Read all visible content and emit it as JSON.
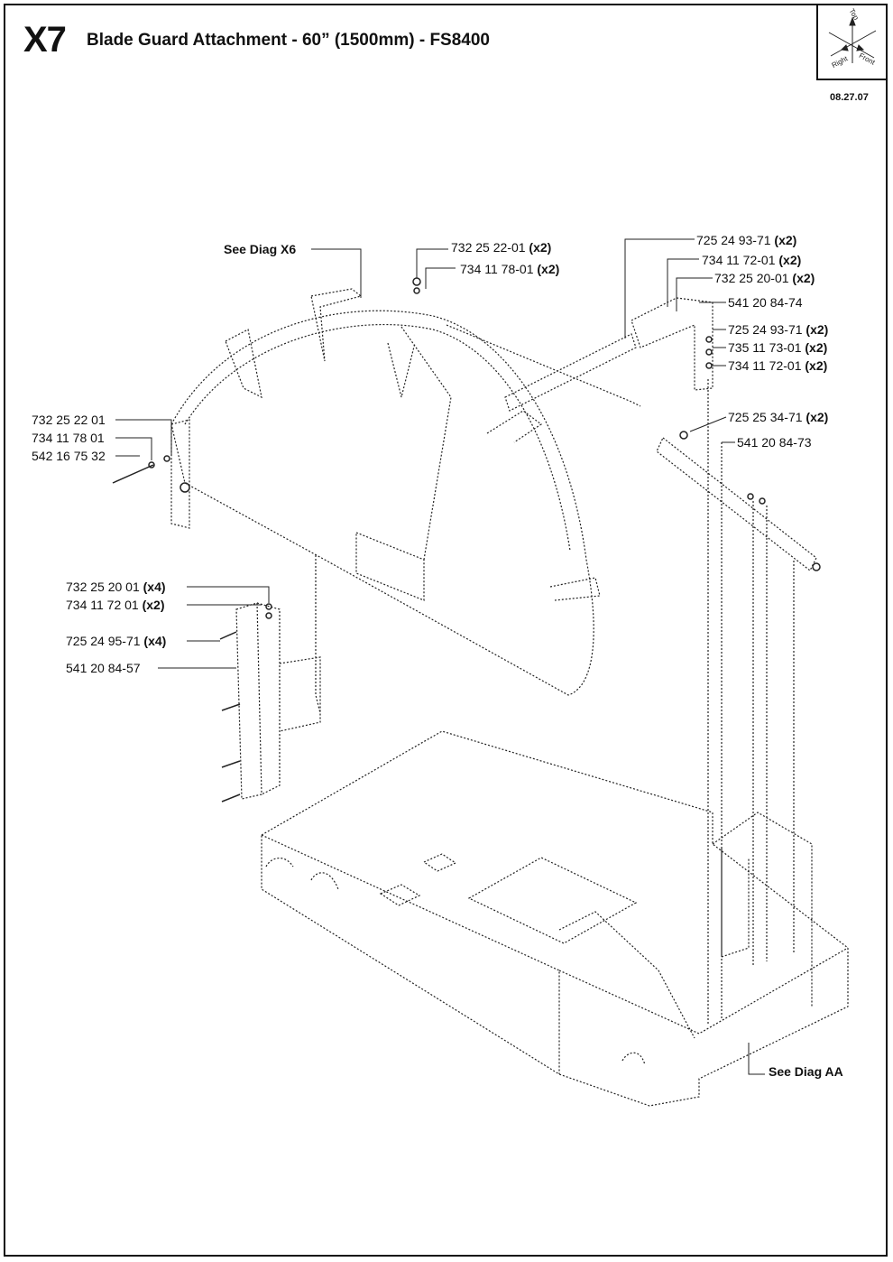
{
  "header": {
    "code": "X7",
    "title": "Blade Guard Attachment - 60” (1500mm) - FS8400",
    "date": "08.27.07"
  },
  "orientation": {
    "top": "Top",
    "right": "Right",
    "front": "Front"
  },
  "refs": {
    "see_x6": "See Diag X6",
    "see_aa": "See Diag AA"
  },
  "callouts": [
    {
      "part": "732 25 22-01",
      "qty": "(x2)"
    },
    {
      "part": "734 11 78-01",
      "qty": "(x2)"
    },
    {
      "part": "725 24 93-71",
      "qty": "(x2)"
    },
    {
      "part": "734 11 72-01",
      "qty": "(x2)"
    },
    {
      "part": "732 25 20-01",
      "qty": "(x2)"
    },
    {
      "part": "541 20 84-74",
      "qty": ""
    },
    {
      "part": "725 24 93-71",
      "qty": "(x2)"
    },
    {
      "part": "735 11 73-01",
      "qty": "(x2)"
    },
    {
      "part": "734 11 72-01",
      "qty": "(x2)"
    },
    {
      "part": "725 25 34-71",
      "qty": "(x2)"
    },
    {
      "part": "541 20 84-73",
      "qty": ""
    },
    {
      "part": "732 25 22 01",
      "qty": ""
    },
    {
      "part": "734 11 78 01",
      "qty": ""
    },
    {
      "part": "542 16 75 32",
      "qty": ""
    },
    {
      "part": "732 25 20 01",
      "qty": "(x4)"
    },
    {
      "part": "734 11 72 01",
      "qty": "(x2)"
    },
    {
      "part": "725 24 95-71",
      "qty": "(x4)"
    },
    {
      "part": "541 20 84-57",
      "qty": ""
    }
  ]
}
